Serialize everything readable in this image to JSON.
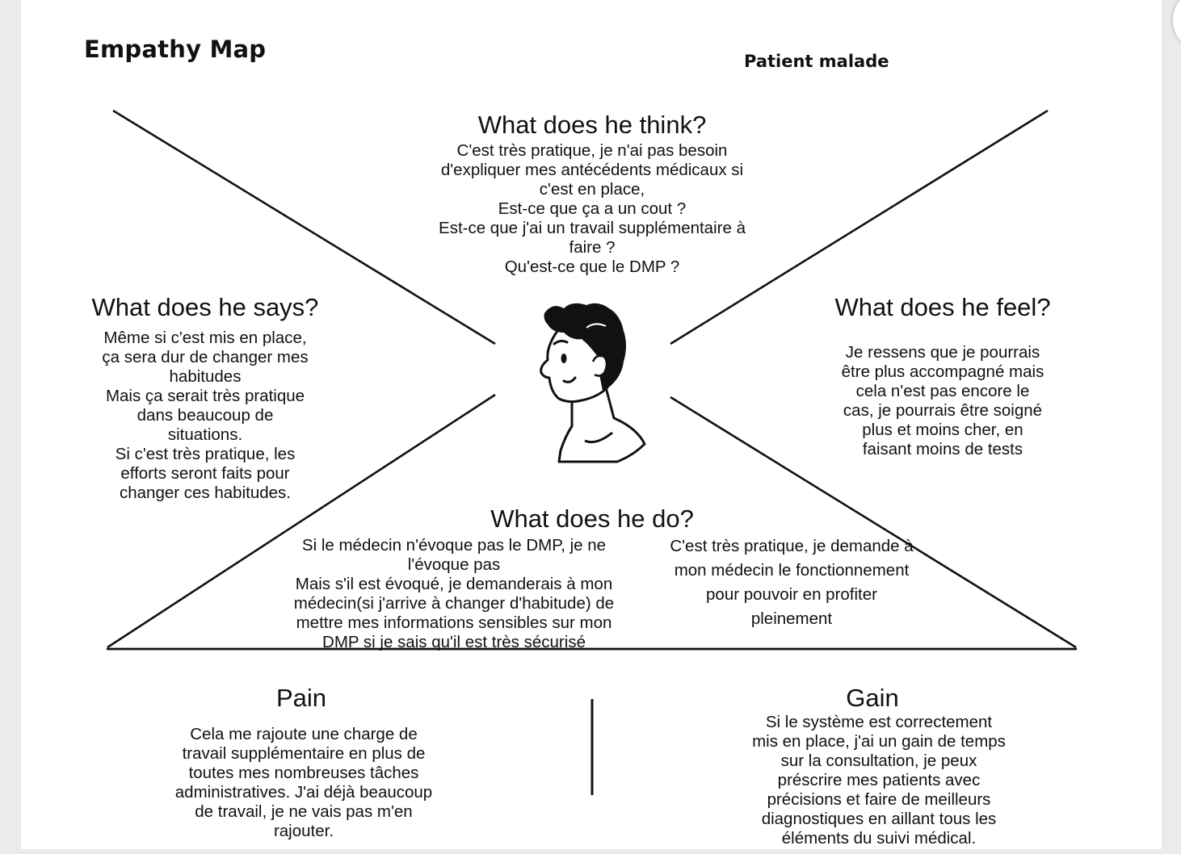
{
  "header": {
    "title": "Empathy Map",
    "subject": "Patient malade"
  },
  "think": {
    "heading": "What does he think?",
    "lines": [
      "C'est très pratique, je n'ai pas besoin",
      "d'expliquer mes antécédents médicaux si",
      "c'est en place,",
      "Est-ce que ça a un cout ?",
      "Est-ce que j'ai un travail supplémentaire à",
      "faire ?",
      "Qu'est-ce que le DMP ?"
    ]
  },
  "says": {
    "heading": "What does he says?",
    "lines": [
      "Même si c'est mis en place,",
      "ça sera dur de changer mes",
      "habitudes",
      "Mais ça serait très pratique",
      "dans beaucoup de",
      "situations.",
      "Si c'est très pratique, les",
      "efforts seront faits pour",
      "changer ces habitudes."
    ]
  },
  "feel": {
    "heading": "What does he feel?",
    "lines": [
      "Je ressens que je pourrais",
      "être plus accompagné mais",
      "cela n'est pas encore le",
      "cas, je pourrais être soigné",
      "plus et moins cher, en",
      "faisant moins de tests"
    ]
  },
  "do": {
    "heading": "What does he do?",
    "left_lines": [
      "Si le médecin n'évoque pas le DMP, je ne",
      "l'évoque pas",
      "Mais s'il est évoqué, je demanderais à mon",
      "médecin(si j'arrive à changer d'habitude) de",
      "mettre mes informations sensibles sur mon",
      "DMP si je sais qu'il est très sécurisé"
    ],
    "right_lines": [
      "C'est très pratique, je demande à",
      "mon médecin le fonctionnement",
      "pour pouvoir en profiter",
      "pleinement"
    ]
  },
  "pain": {
    "heading": "Pain",
    "lines": [
      "Cela me rajoute une charge de",
      "travail supplémentaire en plus de",
      "toutes mes nombreuses tâches",
      "administratives. J'ai déjà beaucoup",
      "de travail, je ne vais pas m'en",
      "rajouter."
    ]
  },
  "gain": {
    "heading": "Gain",
    "lines": [
      "Si le système est correctement",
      "mis en place, j'ai un gain de temps",
      "sur la consultation, je peux",
      "préscrire mes patients avec",
      "précisions et faire de meilleurs",
      "diagnostiques en aillant tous les",
      "éléments du suivi médical."
    ]
  },
  "icons": {
    "avatar": "person-head-icon"
  },
  "colors": {
    "ink": "#111111",
    "page": "#ffffff",
    "frame": "#ebebeb"
  }
}
